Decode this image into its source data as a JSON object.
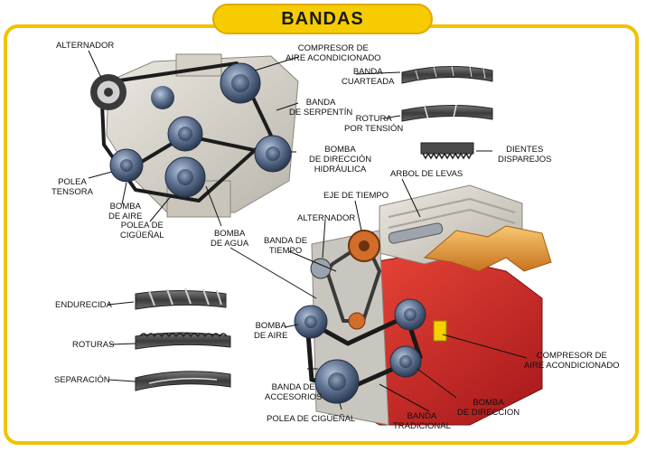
{
  "title": "BANDAS",
  "labels": {
    "alternador_top": "ALTERNADOR",
    "compresor_top_1": "COMPRESOR DE",
    "compresor_top_2": "AIRE ACONDICIONADO",
    "banda_serpentin_1": "BANDA",
    "banda_serpentin_2": "DE SERPENTÍN",
    "bomba_direccion_top_1": "BOMBA",
    "bomba_direccion_top_2": "DE DIRECCIÓN",
    "bomba_direccion_top_3": "HIDRÁULICA",
    "polea_tensora_1": "POLEA",
    "polea_tensora_2": "TENSORA",
    "bomba_aire_top_1": "BOMBA",
    "bomba_aire_top_2": "DE AIRE",
    "polea_cig_top_1": "POLEA DE",
    "polea_cig_top_2": "CIGÜEÑAL",
    "bomba_agua_1": "BOMBA",
    "bomba_agua_2": "DE AGUA",
    "banda_cuarteada_1": "BANDA",
    "banda_cuarteada_2": "CUARTEADA",
    "rotura_tension_1": "ROTURA",
    "rotura_tension_2": "POR TENSIÓN",
    "dientes_1": "DIENTES",
    "dientes_2": "DISPAREJOS",
    "arbol_levas": "ARBOL DE LEVAS",
    "eje_tiempo": "EJE DE TIEMPO",
    "alternador_bottom": "ALTERNADOR",
    "banda_tiempo_1": "BANDA DE",
    "banda_tiempo_2": "TIEMPO",
    "endurecida": "ENDURECIDA",
    "roturas": "ROTURAS",
    "separacion": "SEPARACIÓN",
    "bomba_aire_bottom_1": "BOMBA",
    "bomba_aire_bottom_2": "DE AIRE",
    "banda_accesorios_1": "BANDA DE",
    "banda_accesorios_2": "ACCESORIOS",
    "polea_cig_bottom": "POLEA DE CIGÜEÑAL",
    "banda_tradicional_1": "BANDA",
    "banda_tradicional_2": "TRADICIONAL",
    "bomba_direccion_bottom_1": "BOMBA",
    "bomba_direccion_bottom_2": "DE DIRECCION",
    "compresor_bottom_1": "COMPRESOR DE",
    "compresor_bottom_2": "AIRE ACONDICIONADO"
  },
  "colors": {
    "frame": "#f2c200",
    "title_bg": "#f6cc00",
    "engine_gray": "#d9d6cf",
    "pulley_blue": "#5a6f8c",
    "engine_red": "#d8282a",
    "manifold_orange": "#e8a23c"
  }
}
